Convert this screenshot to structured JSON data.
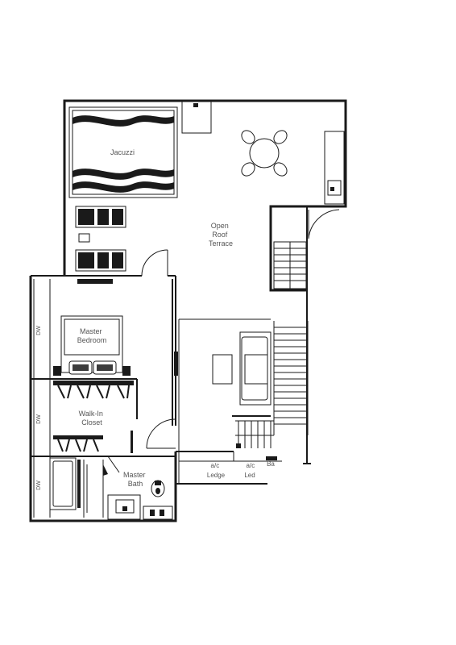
{
  "rooms": {
    "jacuzzi": "Jacuzzi",
    "terrace": [
      "Open",
      "Roof",
      "Terrace"
    ],
    "master_bedroom": [
      "Master",
      "Bedroom"
    ],
    "walk_in_closet": [
      "Walk-In",
      "Closet"
    ],
    "master_bath": [
      "Master",
      "Bath"
    ],
    "ledge_1": [
      "a/c",
      "Ledge"
    ],
    "ledge_2": [
      "a/c",
      "Led"
    ],
    "ledge_3": "Ba"
  },
  "tags": {
    "dw_1": "DW",
    "dw_2": "DW",
    "dw_3": "DW"
  },
  "colors": {
    "line": "#1a1a1a",
    "label": "#555555",
    "background": "#ffffff"
  }
}
